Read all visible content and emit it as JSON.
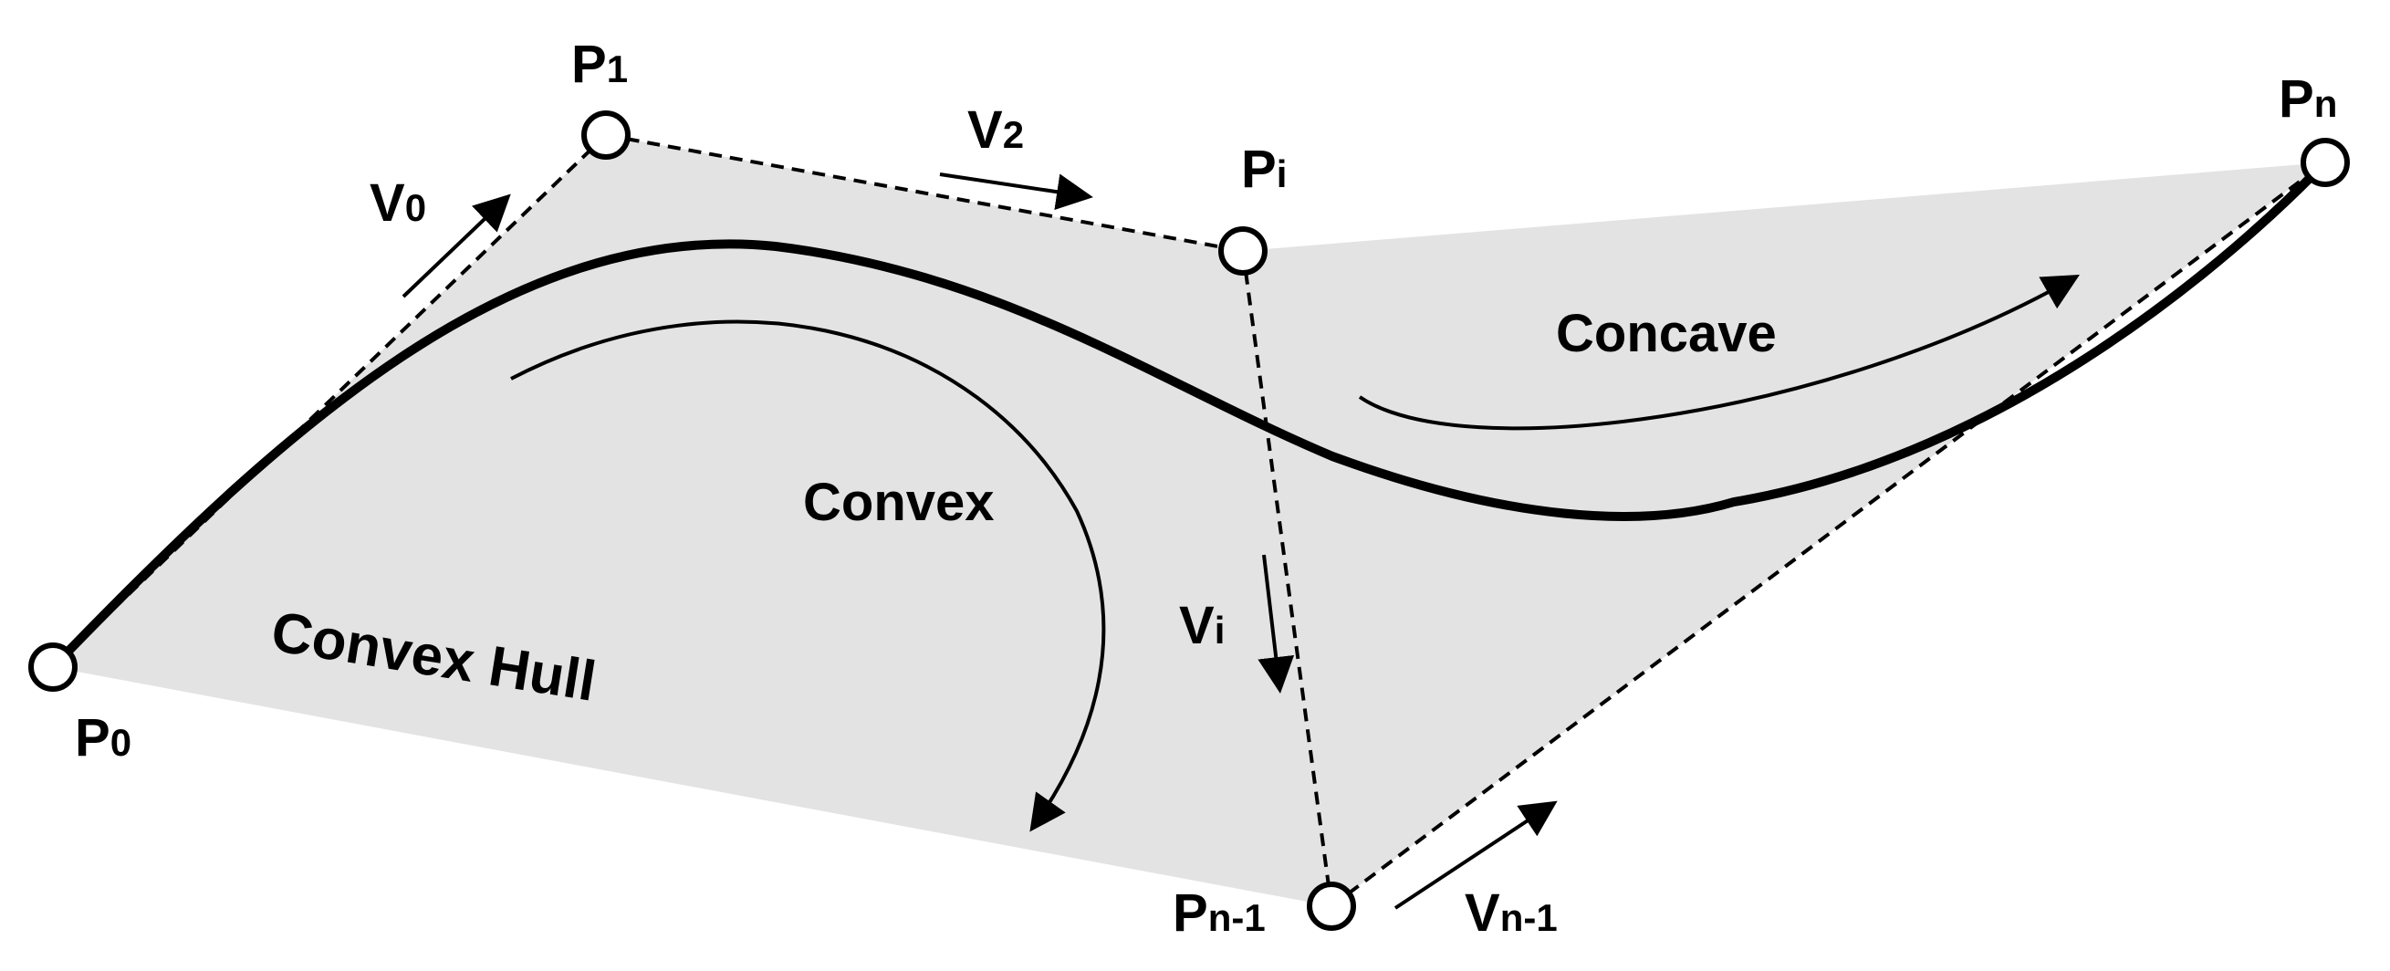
{
  "colors": {
    "hull_fill": "#e3e3e3",
    "stroke": "#000000",
    "point_fill": "#ffffff",
    "background": "#ffffff"
  },
  "points": {
    "p0": {
      "main": "P",
      "sub": "0"
    },
    "p1": {
      "main": "P",
      "sub": "1"
    },
    "pi": {
      "main": "P",
      "sub": "i"
    },
    "pn1": {
      "main": "P",
      "sub": "n-1"
    },
    "pn": {
      "main": "P",
      "sub": "n"
    }
  },
  "vectors": {
    "v0": {
      "main": "V",
      "sub": "0"
    },
    "v2": {
      "main": "V",
      "sub": "2"
    },
    "vi": {
      "main": "V",
      "sub": "i"
    },
    "vn1": {
      "main": "V",
      "sub": "n-1"
    }
  },
  "regions": {
    "convex": "Convex",
    "concave": "Concave",
    "hull": "Convex Hull"
  }
}
